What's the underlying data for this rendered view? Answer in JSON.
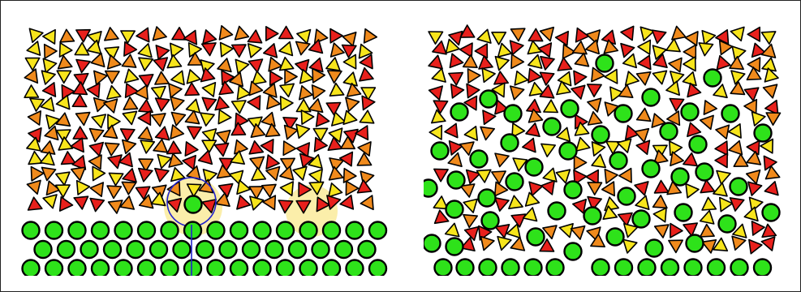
{
  "colors": {
    "red": "#e8201c",
    "orange": "#f08a1c",
    "yellow": "#f7e51c",
    "green": "#2ee21a",
    "outline": "#000000",
    "highlight": "#fbeeaa",
    "marker": "#2222cc"
  },
  "panels": [
    {
      "name": "left-panel",
      "description_visible_text": "",
      "layers": {
        "substrate_rows": 3,
        "mixed_region": "triangles-only",
        "adsorbed_sphere": 1,
        "highlight_zones": 2
      }
    },
    {
      "name": "right-panel",
      "description_visible_text": "",
      "layers": {
        "substrate_rows": 1,
        "mixed_region": "triangles-and-spheres",
        "partial_bottom_row": true
      }
    }
  ]
}
